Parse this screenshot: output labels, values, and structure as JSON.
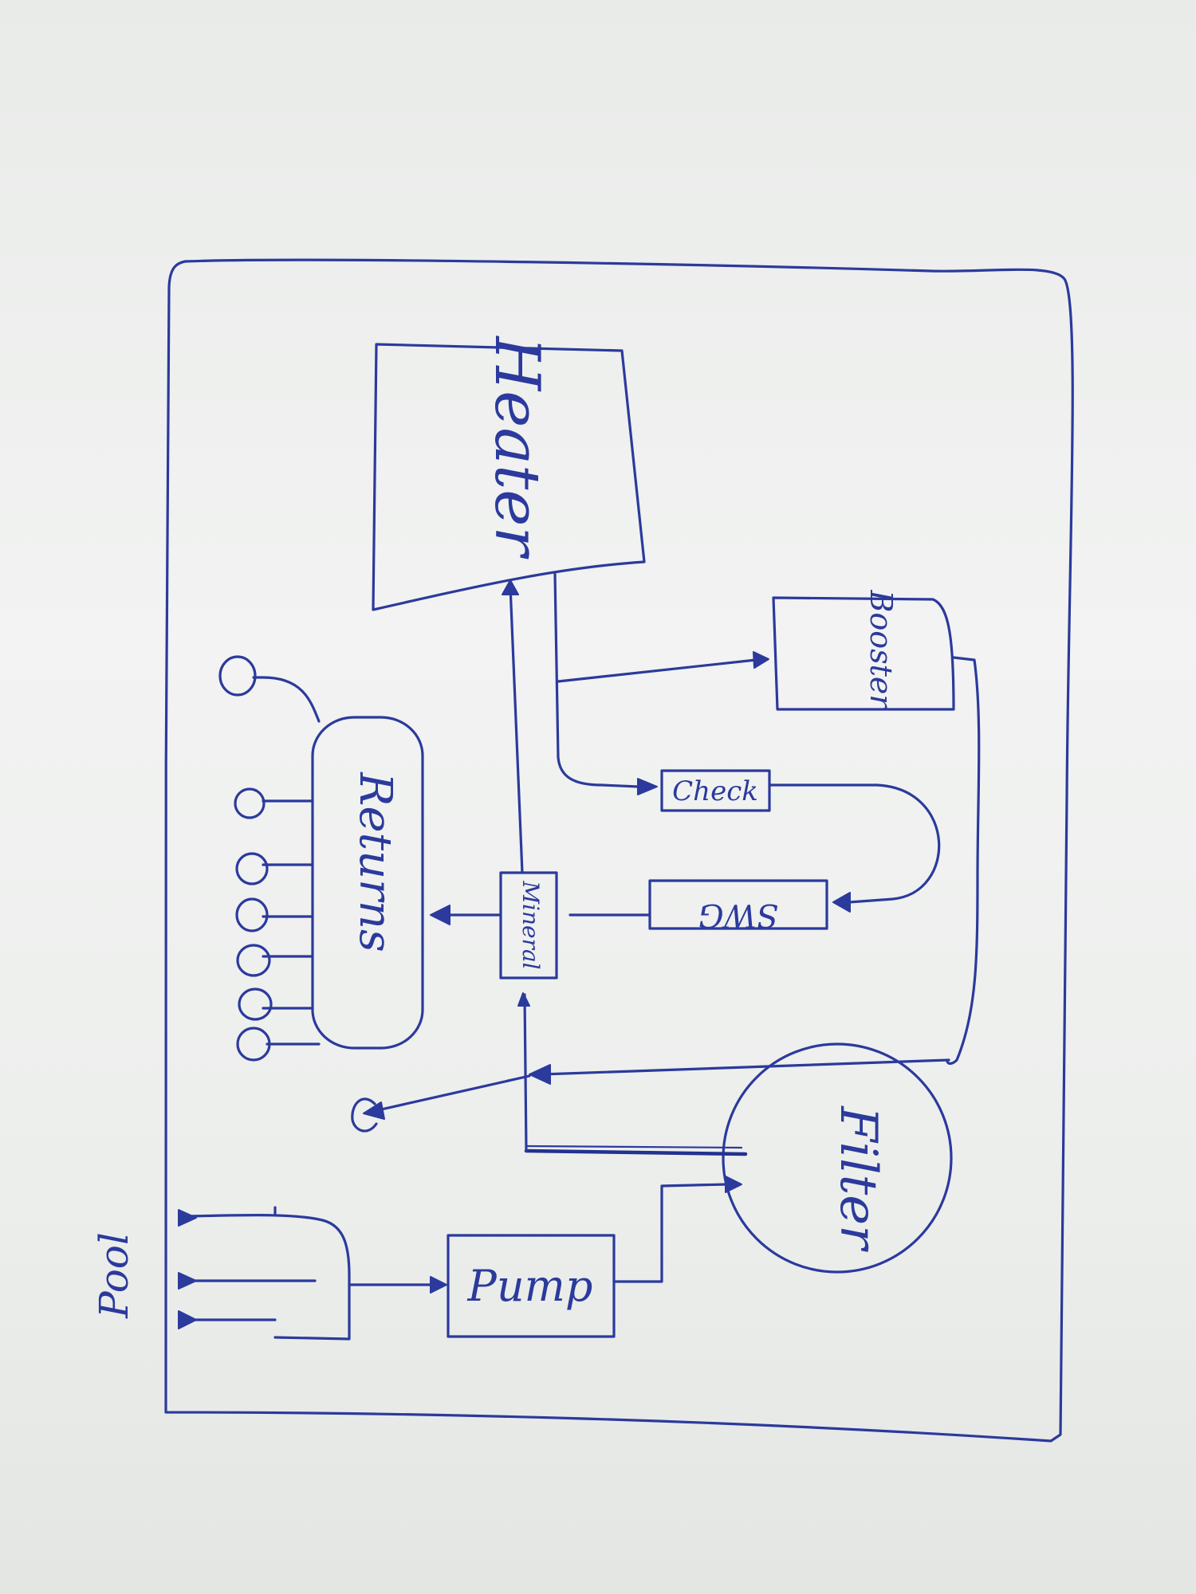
{
  "diagram": {
    "labels": {
      "heater": "Heater",
      "booster": "Booster",
      "returns": "Returns",
      "check": "Check",
      "mineral": "Mineral",
      "swg": "SWG",
      "filter": "Filter",
      "pump": "Pump",
      "pool": "Pool"
    },
    "ink_color": "#2b3a9c"
  }
}
